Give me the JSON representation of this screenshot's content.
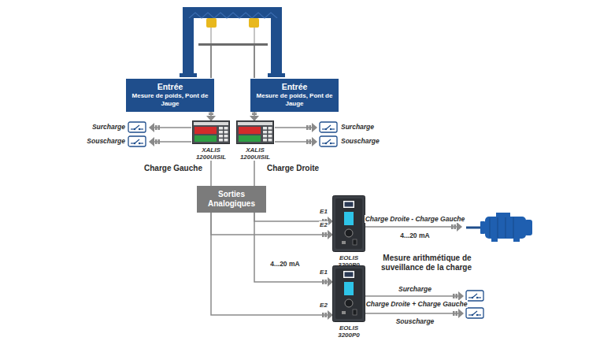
{
  "diagram": {
    "nodes": [
      {
        "text": [
          "Entrée",
          "Mesure de poids, Pont de Jauge"
        ]
      },
      {
        "text": [
          "Entrée",
          "Mesure de poids, Pont de Jauge"
        ]
      },
      {
        "text": [
          "XALIS 1200UISIL"
        ]
      },
      {
        "text": [
          "XALIS 1200UISIL"
        ]
      },
      {
        "text": [
          "Sorties Analogiques"
        ]
      },
      {
        "text": [
          "EOLIS 3200P0"
        ]
      },
      {
        "text": [
          "EOLIS 3200P0"
        ]
      }
    ],
    "edges": [
      {
        "from": 0,
        "to": 2,
        "arrow": "to"
      },
      {
        "from": 1,
        "to": 3,
        "arrow": "to"
      },
      {
        "from": 2,
        "to": 4,
        "arrow": "none"
      },
      {
        "from": 3,
        "to": 4,
        "arrow": "none"
      },
      {
        "from": 4,
        "to": 5,
        "label": "E1",
        "arrow": "to"
      },
      {
        "from": 4,
        "to": 5,
        "label": "E2",
        "arrow": "to"
      },
      {
        "from": 4,
        "to": 6,
        "label": "E1",
        "arrow": "to"
      },
      {
        "from": 4,
        "to": 6,
        "label": "E2",
        "arrow": "to"
      }
    ],
    "labels": [
      "Surcharge",
      "Souscharge",
      "Surcharge",
      "Souscharge",
      "Charge Gauche",
      "Charge Droite",
      "Charge Droite - Charge Gauche",
      "4...20 mA",
      "4...20 mA",
      "Mesure arithmétique de suveillance de la charge",
      "Surcharge",
      "Charge Droite + Charge Gauche",
      "Souscharge"
    ]
  }
}
